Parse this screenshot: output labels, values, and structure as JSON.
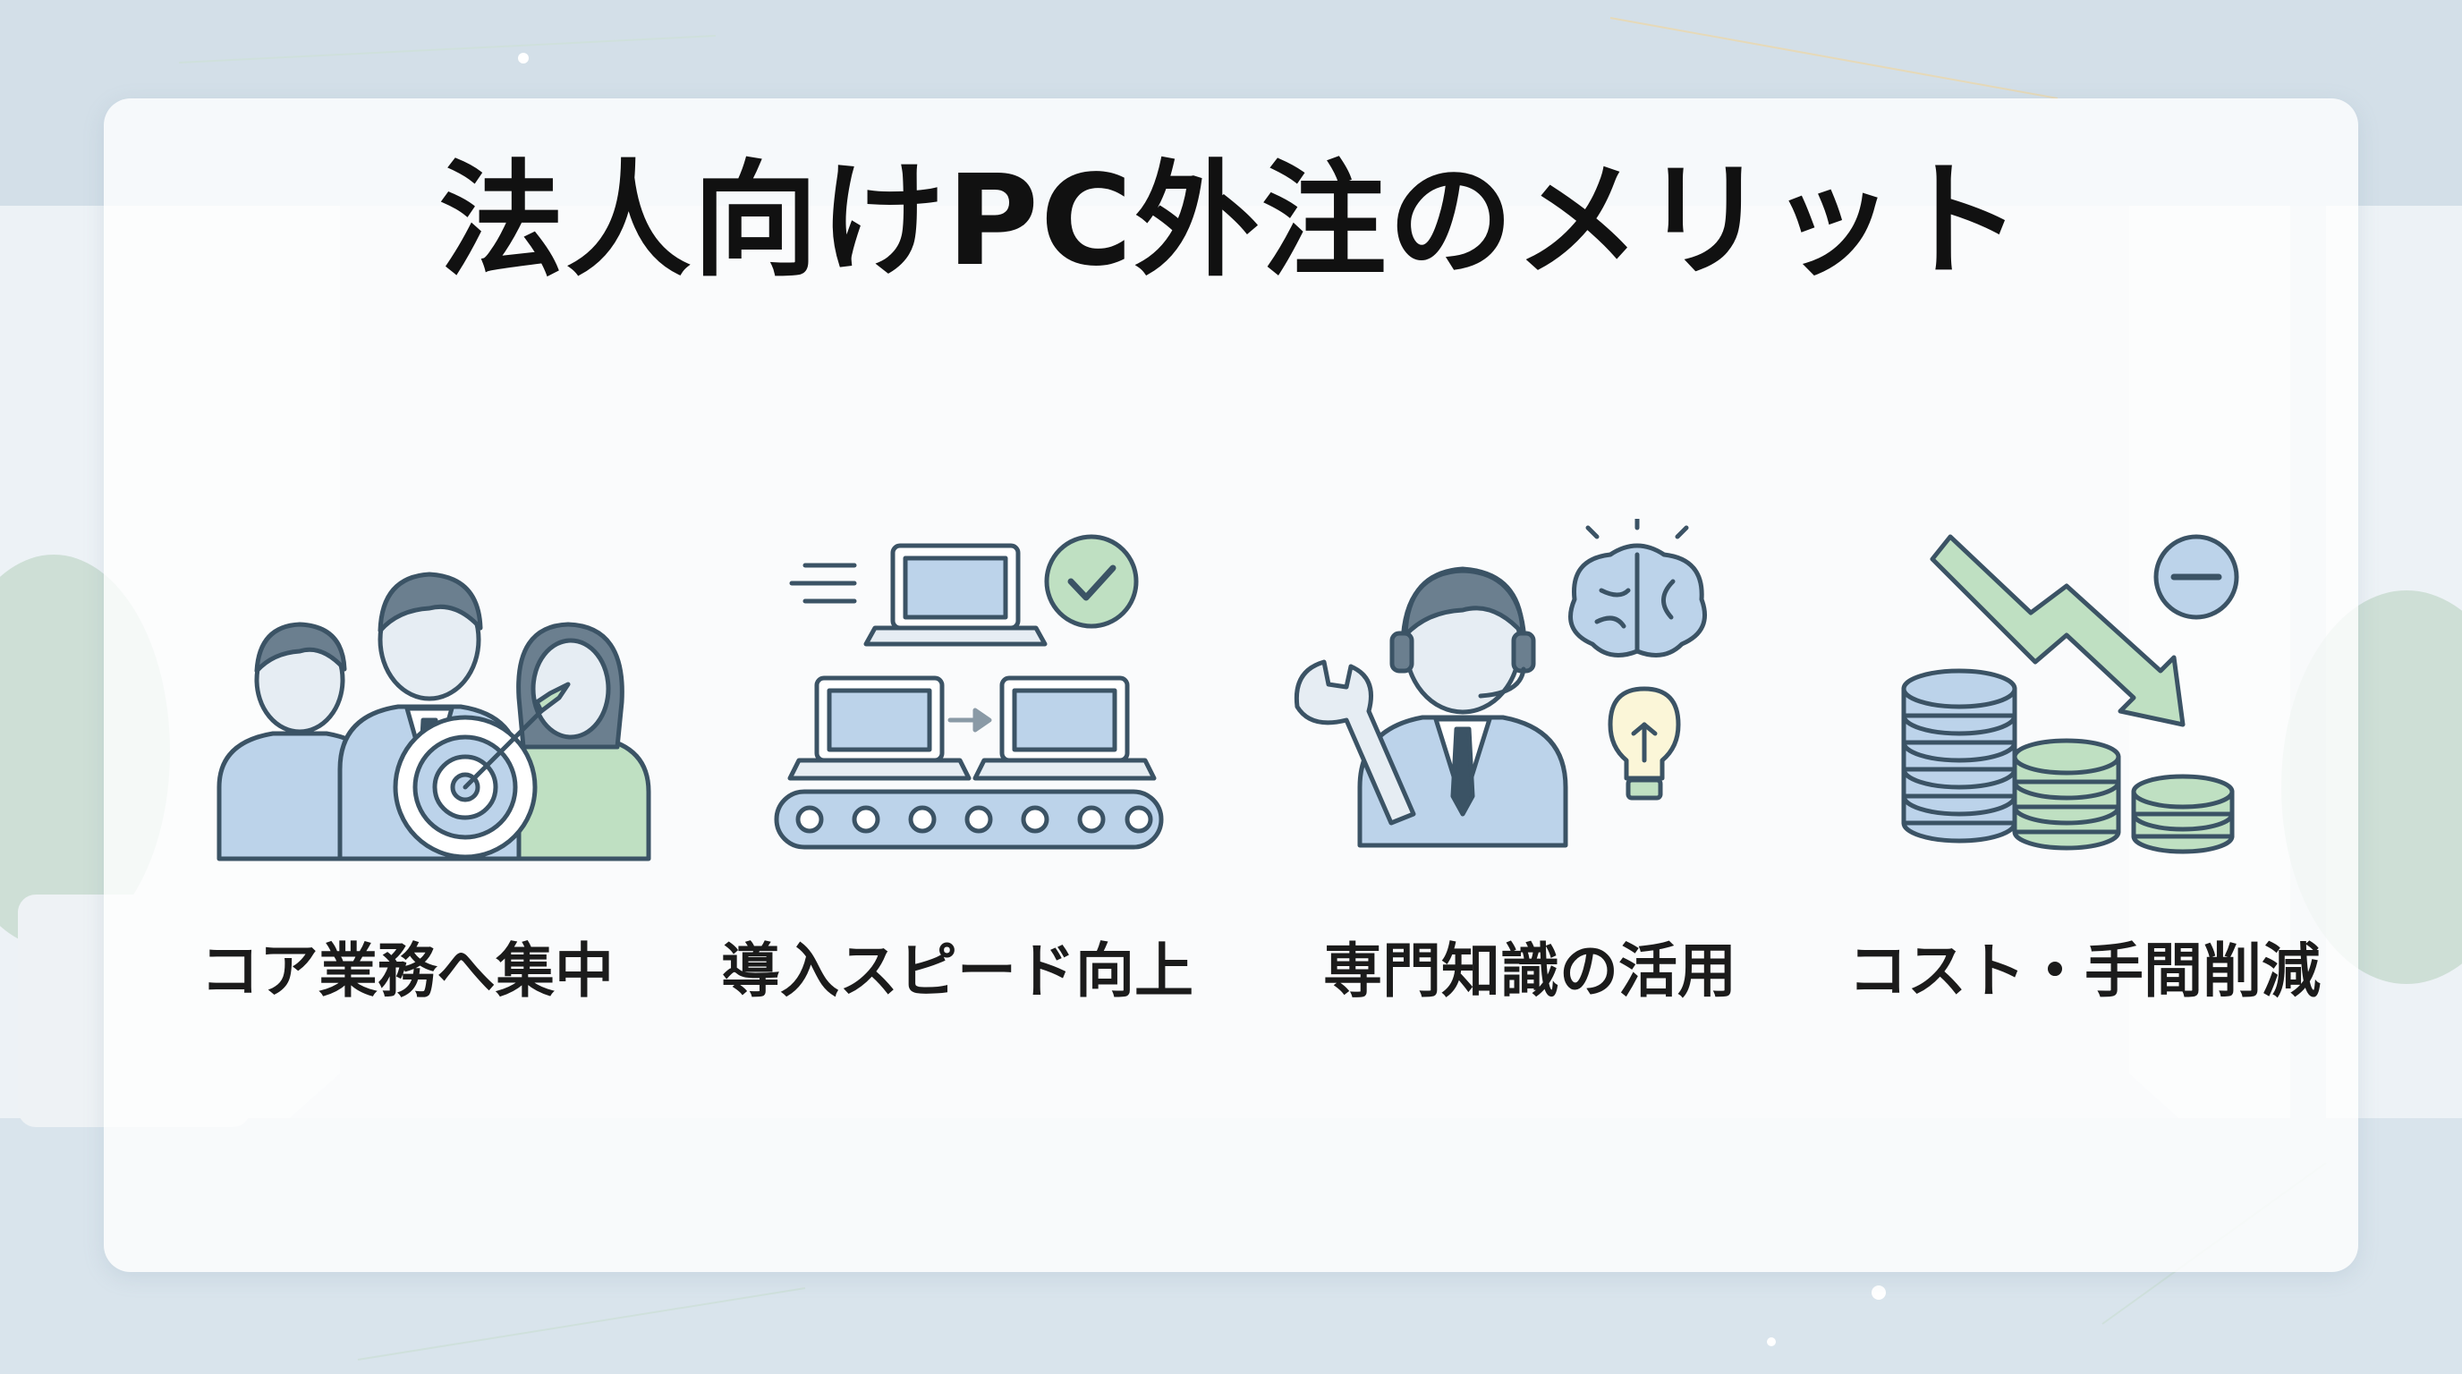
{
  "title": "法人向けPC外注のメリット",
  "features": [
    {
      "label": "コア業務へ集中",
      "icon": "team-target-icon"
    },
    {
      "label": "導入スピード向上",
      "icon": "laptop-conveyor-icon"
    },
    {
      "label": "専門知識の活用",
      "icon": "expert-support-icon"
    },
    {
      "label": "コスト・手間削減",
      "icon": "cost-reduction-icon"
    }
  ],
  "colors": {
    "accent_blue": "#bcd3ea",
    "accent_green": "#bfe0c2",
    "outline": "#3b5365",
    "background": "#e3ebf1"
  }
}
